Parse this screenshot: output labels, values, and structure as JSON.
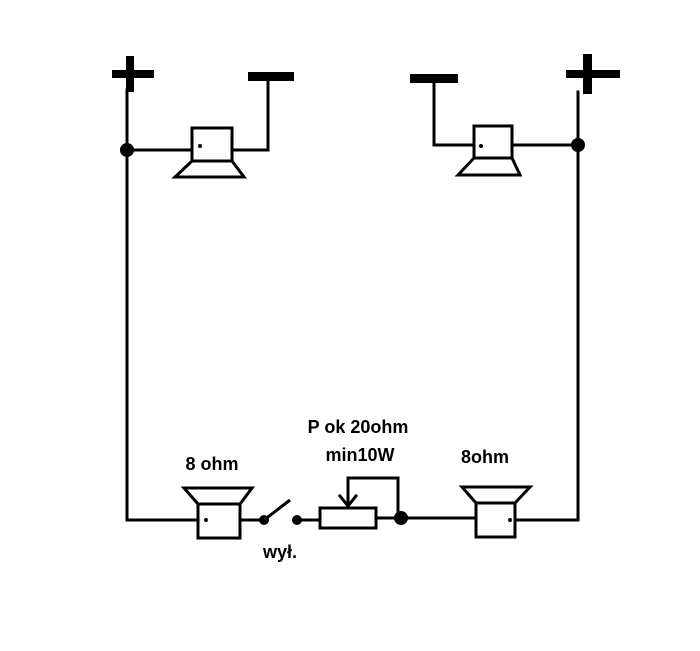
{
  "labels": {
    "left_speaker": "8 ohm",
    "right_speaker": "8ohm",
    "resistor_line1": "P ok 20ohm",
    "resistor_line2": "min10W",
    "switch": "wył."
  },
  "colors": {
    "ink": "#000000",
    "background": "#ffffff"
  }
}
